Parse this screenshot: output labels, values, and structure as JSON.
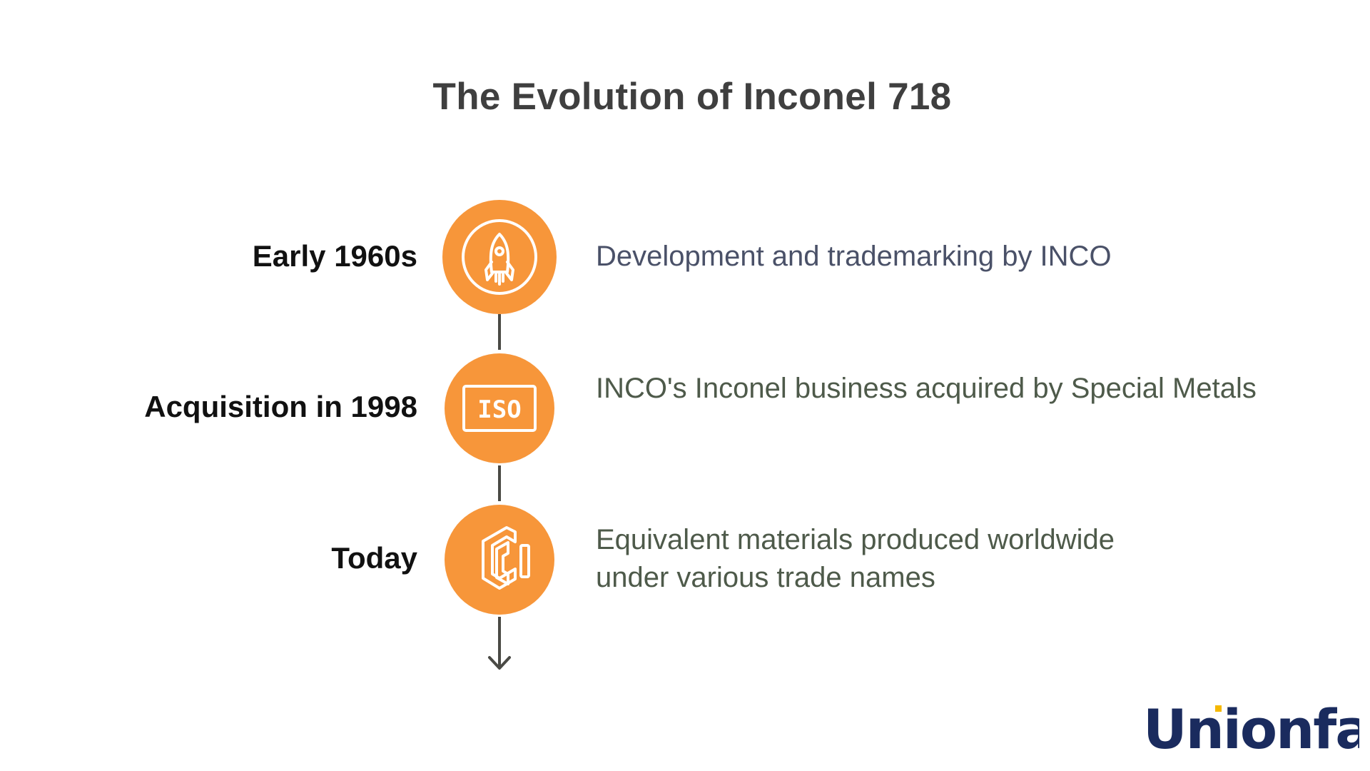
{
  "title": "The Evolution of Inconel 718",
  "accent_color": "#F7963A",
  "line_color": "#4a4a45",
  "stages": [
    {
      "label": "Early 1960s",
      "description": "Development and trademarking by INCO",
      "icon": "rocket-icon"
    },
    {
      "label": "Acquisition in 1998",
      "description": "INCO's Inconel business acquired by Special Metals",
      "icon": "iso-icon",
      "icon_text": "ISO"
    },
    {
      "label": "Today",
      "description": "Equivalent materials produced worldwide under various trade names",
      "icon": "hexagon-ci-icon"
    }
  ],
  "logo": {
    "text": "Unionfab",
    "color": "#1a2b5e",
    "accent": "#f5b800"
  }
}
